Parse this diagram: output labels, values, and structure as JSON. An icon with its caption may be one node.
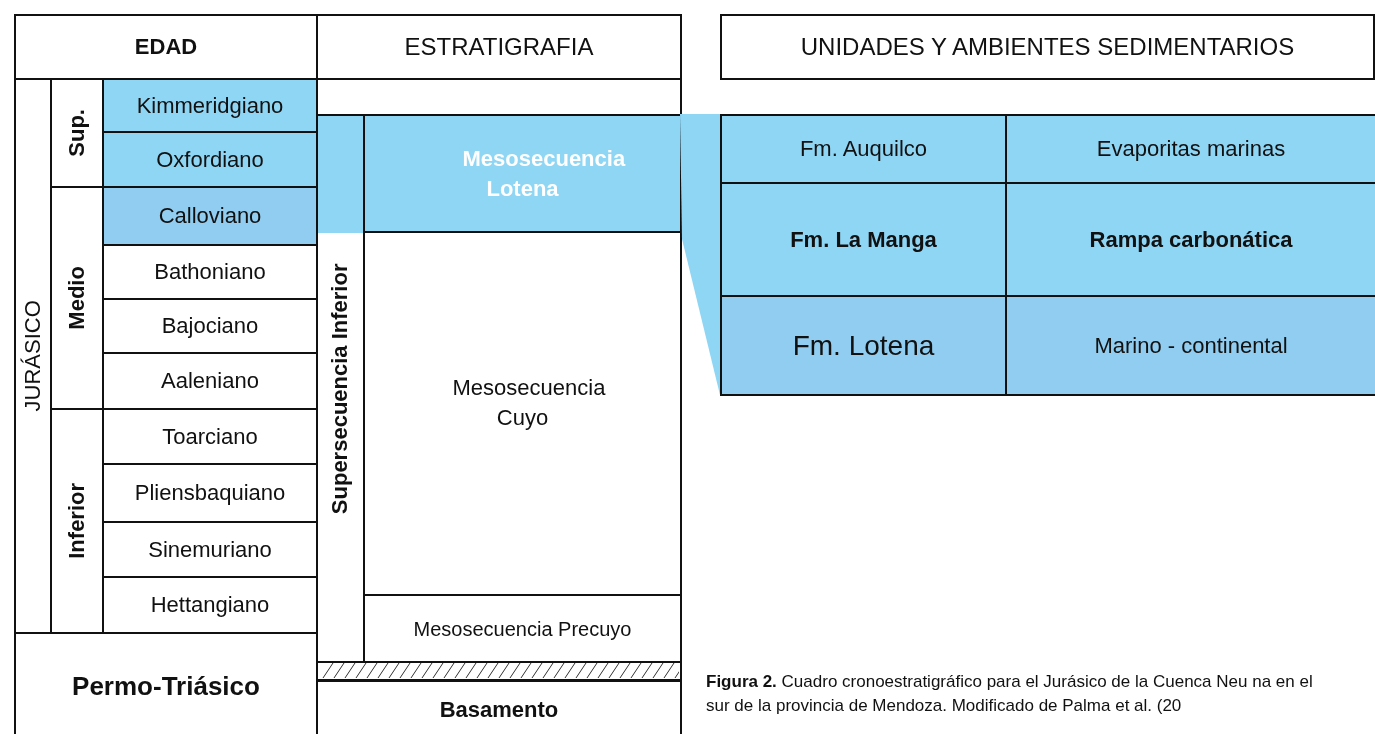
{
  "diagram": {
    "caption": "**Figura 2.** Cuadro cronoestratigráfico para el Jurásico de la Cuenca Neu na en el sur de la provincia de Mendoza. Modificado de Palma et al. (20",
    "nodes": [
      {
        "text": [
          "EDAD"
        ]
      },
      {
        "text": [
          "ESTRATIGRAFIA"
        ]
      },
      {
        "text": [
          "UNIDADES Y AMBIENTES SEDIMENTARIOS"
        ]
      },
      {
        "text": [
          "JURÁSICO"
        ]
      },
      {
        "text": [
          "Sup."
        ]
      },
      {
        "text": [
          "Kimmeridgiano"
        ]
      },
      {
        "text": [
          "Oxfordiano"
        ]
      },
      {
        "text": [],
        "shape": "box"
      },
      {
        "text": [
          "Mesosecuencia Lotena"
        ]
      },
      {
        "text": [
          "Fm. Auquilco"
        ]
      },
      {
        "text": [
          "Evaporitas marinas"
        ]
      },
      {
        "text": [
          "Supersecuencia Inferior"
        ]
      },
      {
        "text": [
          "Calloviano"
        ]
      },
      {
        "text": [
          "Fm. La Manga"
        ]
      },
      {
        "text": [
          "Rampa carbonática"
        ]
      },
      {
        "text": [
          "Medio"
        ]
      },
      {
        "text": [
          "Bathoniano"
        ]
      },
      {
        "text": [
          "Bajociano"
        ]
      },
      {
        "text": [
          "Fm. Lotena"
        ]
      },
      {
        "text": [
          "Marino - continental"
        ]
      },
      {
        "text": [
          "Aaleniano"
        ]
      },
      {
        "text": [
          "Mesosecuencia Cuyo"
        ]
      },
      {
        "text": [
          "Inferior"
        ]
      },
      {
        "text": [
          "Toarciano"
        ]
      },
      {
        "text": [
          "Pliensbaquiano"
        ]
      },
      {
        "text": [
          "Sinemuriano"
        ]
      },
      {
        "text": [
          "Hettangiano"
        ]
      },
      {
        "text": [
          "Mesosecuencia  Precuyo"
        ]
      },
      {
        "text": [
          "Permo-Triásico"
        ]
      },
      {
        "text": [
          "Basamento"
        ]
      },
      {
        "text": [],
        "shape": "wedge"
      },
      {
        "text": [],
        "shape": "bar"
      }
    ]
  }
}
